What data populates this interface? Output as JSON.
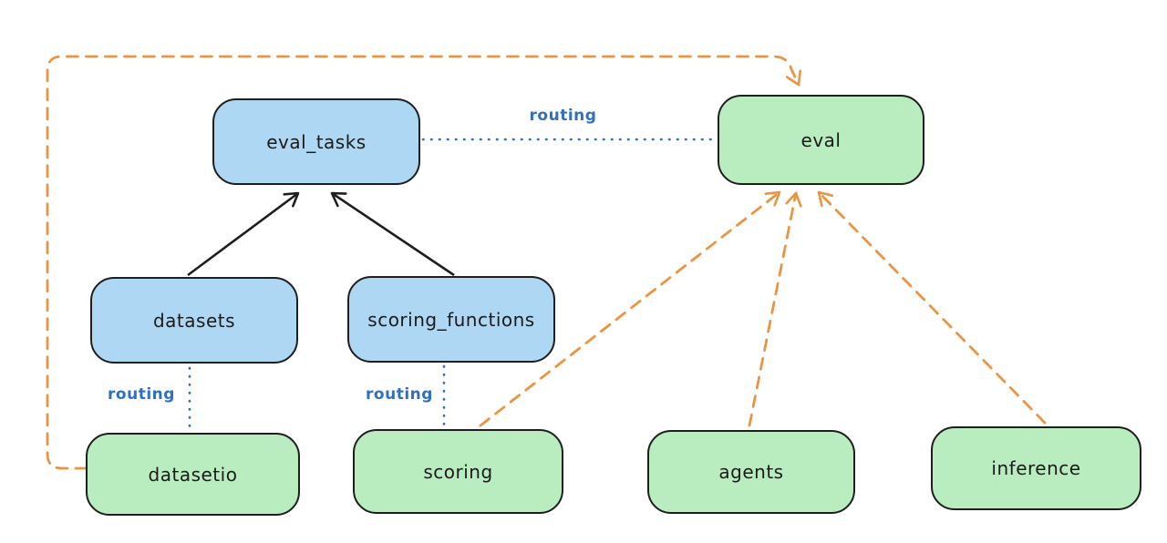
{
  "colors": {
    "blue_fill": "#aed7f3",
    "green_fill": "#b9edc0",
    "stroke": "#1e1e1e",
    "routing_blue": "#2f6fc4",
    "orange": "#eb9442"
  },
  "nodes": {
    "eval_tasks": {
      "label": "eval_tasks"
    },
    "eval": {
      "label": "eval"
    },
    "datasets": {
      "label": "datasets"
    },
    "scoring_functions": {
      "label": "scoring_functions"
    },
    "datasetio": {
      "label": "datasetio"
    },
    "scoring": {
      "label": "scoring"
    },
    "agents": {
      "label": "agents"
    },
    "inference": {
      "label": "inference"
    }
  },
  "edge_labels": {
    "routing_eval_tasks_eval": "routing",
    "routing_datasets_datasetio": "routing",
    "routing_scoring_fns_scoring": "routing"
  }
}
